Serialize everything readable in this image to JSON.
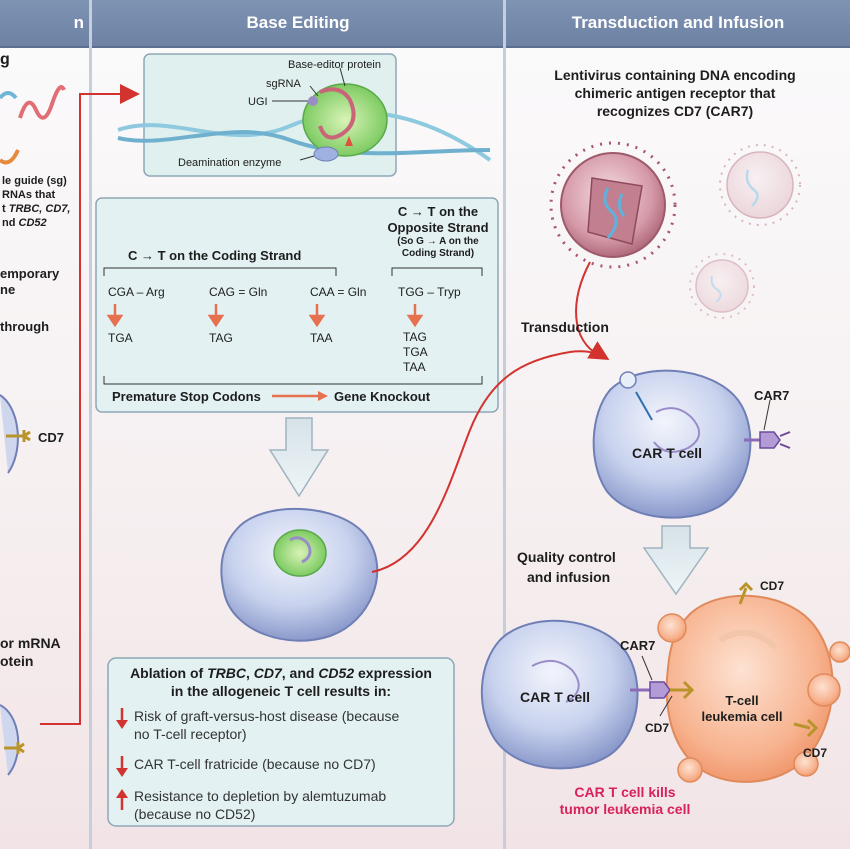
{
  "headers": {
    "left_partial": "n",
    "middle": "Base Editing",
    "right": "Transduction and Infusion"
  },
  "left_panel": {
    "heading_partial": "g",
    "guide_text_line1": "le guide (sg)",
    "guide_text_line2": "RNAs that",
    "guide_text_line3_prefix": "t",
    "guide_text_line3_genes": "TRBC, CD7,",
    "guide_text_line4_prefix": "nd",
    "guide_text_line4_gene": "CD52",
    "temporary_line1": "emporary",
    "temporary_line2": "ne",
    "through": "through",
    "cd7_label": "CD7",
    "mrna_line1": "or mRNA",
    "mrna_line2": "otein"
  },
  "base_editing": {
    "top_box": {
      "base_editor_protein": "Base-editor protein",
      "sgrna": "sgRNA",
      "ugi": "UGI",
      "deamination_enzyme": "Deamination enzyme"
    },
    "codon_box": {
      "coding_strand_title": "C → T on the Coding Strand",
      "opposite_title_line1": "C → T on the",
      "opposite_title_line2": "Opposite Strand",
      "opposite_sub_line1": "(So G → A on the",
      "opposite_sub_line2": "Coding Strand)",
      "codons": [
        {
          "from": "CGA – Arg",
          "to": [
            "TGA"
          ]
        },
        {
          "from": "CAG = Gln",
          "to": [
            "TAG"
          ]
        },
        {
          "from": "CAA = Gln",
          "to": [
            "TAA"
          ]
        },
        {
          "from": "TGG – Tryp",
          "to": [
            "TAG",
            "TGA",
            "TAA"
          ]
        }
      ],
      "premature_stop": "Premature Stop Codons",
      "gene_knockout": "Gene Knockout"
    },
    "ablation_box": {
      "title_line1_prefix": "Ablation of ",
      "gene1": "TRBC",
      "sep1": ", ",
      "gene2": "CD7",
      "sep2": ", and ",
      "gene3": "CD52",
      "title_line1_suffix": " expression",
      "title_line2": "in the allogeneic T cell results in:",
      "items": [
        {
          "direction": "down",
          "line1": "Risk of graft-versus-host disease (because",
          "line2": "no T-cell receptor)"
        },
        {
          "direction": "down",
          "line1": "CAR T-cell fratricide (because no CD7)",
          "line2": ""
        },
        {
          "direction": "up",
          "line1": "Resistance to depletion by alemtuzumab",
          "line2": "(because no CD52)"
        }
      ]
    }
  },
  "transduction": {
    "lentivirus_line1": "Lentivirus containing DNA encoding",
    "lentivirus_line2": "chimeric antigen receptor that",
    "lentivirus_line3": "recognizes CD7 (CAR7)",
    "transduction_label": "Transduction",
    "car7_label": "CAR7",
    "car_t_cell": "CAR T cell",
    "quality_control_line1": "Quality control",
    "quality_control_line2": "and infusion",
    "cd7_top": "CD7",
    "car7_bottom": "CAR7",
    "car_t_cell_bottom": "CAR T cell",
    "tcell_leukemia_line1": "T-cell",
    "tcell_leukemia_line2": "leukemia cell",
    "cd7_bottom_left": "CD7",
    "cd7_bottom_right": "CD7",
    "kills_line1": "CAR T cell kills",
    "kills_line2": "tumor leukemia cell"
  },
  "colors": {
    "header_bg": "#6d82a4",
    "accent_red": "#d2332f",
    "kills_text": "#d8225a",
    "box_teal": "#e3f1f3",
    "cell_blue": "#b9c6e6",
    "leukemia_orange": "#f6b48f"
  }
}
